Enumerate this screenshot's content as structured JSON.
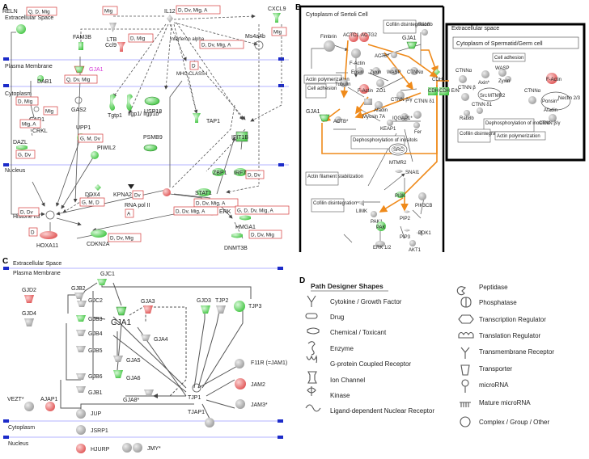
{
  "panel_a": {
    "label": "A",
    "compartments": {
      "extracellular": "Extracellular Space",
      "membrane": "Plasma Membrane",
      "cytoplasm": "Cytoplasm",
      "nucleus": "Nucleus"
    },
    "nodes": {
      "reln": "RELN",
      "fam3b": "FAM3B",
      "gja1": "GJA1",
      "ltb": "LTB",
      "il12": "IL12",
      "cxcl9": "CXCL9",
      "ccl9": "Ccl9",
      "ifna": "Interferon alpha",
      "mhc": "MHC CLASS I",
      "ms4a4b": "Ms4a4b",
      "dab1": "DAB1",
      "gad1": "GAD1",
      "crkl": "CRKL",
      "gas2": "GAS2",
      "tgtp1": "Tgtp1",
      "iigp1": "Iigp1/ Iigp1b*",
      "usp18": "USP18",
      "tap1": "TAP1",
      "dazl": "DAZL",
      "upp1": "UPP1",
      "piwil2": "PIWIL2",
      "psmb9": "PSMB9",
      "ifit1b": "IFIT1B",
      "zbp1": "ZBP1",
      "irf7": "IRF7",
      "ddx4": "DDX4",
      "kpna2": "KPNA2",
      "rnapol": "RNA pol II",
      "stat1": "STAT1",
      "erk": "ERK",
      "hmga1": "HMGA1",
      "histone": "Histone h3",
      "hoxa11": "HOXA11",
      "cdkn2a": "CDKN2A",
      "dnmt3b": "DNMT3B"
    },
    "tags": {
      "mig_ltb": "Mig",
      "il12": "D, Dv, Mig, A",
      "cxcl9": "Mig",
      "reln": "Q, D, Mig",
      "ccl9": "D, Mig",
      "ifna": "D, Dv, Mig, A",
      "gja1": "Q, Dv, Mig",
      "mhc": "D",
      "dab1": "D, Mig",
      "gad1": "Mig",
      "crkl": "Mig, A",
      "dazl": "G, Dv",
      "piwil2": "G, M, Dv",
      "ddx4": "G, M, D",
      "kpna2": "Dv",
      "rnapol": "A",
      "irf7": "D, Dv",
      "stat1": "D, Dv, Mig, A",
      "erk": "D, Dv, Mig, A",
      "hmga1": "G, D, Dv, Mig, A",
      "histone": "D, Dv",
      "hoxa11": "D",
      "cdkn2a": "D, Dv, Mig",
      "dnmt3b": "D, Dv, Mig"
    }
  },
  "panel_b": {
    "label": "B",
    "headers": {
      "sertoli": "Cytoplasm of Sertoli Cell",
      "extracellular": "Extracellular space",
      "germ": "Cytoplasm of Spermatid/Germ cell",
      "adhesion": "Cell adhesion"
    },
    "boxes": {
      "cofilin_top": "Cofilin disintegration",
      "actin_poly": "Actin polymerization",
      "cell_adh": "Cell adhesion",
      "dephos": "Dephosphorylation of inositols",
      "actin_fil": "Actin filament stabilization",
      "cofilin_bottom": "Cofilin disintegration",
      "germ_dephos": "Dephosphorylation of inositols",
      "germ_cofilin": "Cofilin disintegration",
      "germ_actin": "Actin polymerization"
    },
    "nodes": {
      "rab8b": "Rab8b",
      "fimbrin": "Fimbrin",
      "actc1": "ACTC1",
      "actg2": "ACTG2",
      "gja1": "GJA1",
      "factin1": "F-Actin",
      "actb1": "ACTB*",
      "epsin": "Epsin",
      "zyxin": "Zyxin",
      "wasp": "WASP",
      "ctnna": "CTNNα",
      "tubulin": "Tubulin",
      "factin2": "F-Actin",
      "zo1": "ZO1",
      "cdh1": "CDH1",
      "gja1_left": "GJA1",
      "actb2": "ACTB*",
      "myosin": "Myosin 7A",
      "ctnnb": "CTNN β/γ",
      "iqgap1": "IQGAP1*",
      "cdh2": "CDH E/N",
      "cdh3": "CDH E/N",
      "ctnnd1": "CTNN δ1",
      "afadin": "Afadin",
      "keap1": "KEAP1",
      "fer": "Fer",
      "src": "SRC",
      "mtmr2": "MTMR2",
      "snai1": "SNAI1",
      "pi3k": "PI3K",
      "pik3cb": "PIK3CB",
      "limk": "LIMK",
      "pak1": "PAK1",
      "pak": "PAK",
      "pip2": "PIP2",
      "pip3": "PIP3",
      "pdk1": "PDK1",
      "erk12": "ERK 1/2",
      "akt1": "AKT1",
      "g_ctnna": "CTNNα",
      "g_axin": "Axin*",
      "g_wasp": "WASP",
      "g_zyxin": "Zyxin",
      "g_factin": "F-Actin",
      "g_src": "Src",
      "g_mtmr2": "MTMR2",
      "g_ctnnb": "CTNN β",
      "g_rab8b": "Rab8b",
      "g_ctnnd1": "CTNN δ1",
      "g_ctnna2": "CTNNα",
      "g_ponsin": "Ponsin*",
      "g_nectin": "Nectin 2/3",
      "g_afadin": "Afadin",
      "g_ctnnbg": "CTNN β/γ"
    }
  },
  "panel_c": {
    "label": "C",
    "compartments": {
      "extracellular": "Extracellular Space",
      "membrane": "Plasma Membrane",
      "cytoplasm": "Cytoplasm",
      "nucleus": "Nucleus"
    },
    "nodes": {
      "gjc1": "GJC1",
      "gjd2": "GJD2",
      "gjb2": "GJB2",
      "gjc2": "GJC2",
      "gja3": "GJA3",
      "gjd3": "GJD3",
      "tjp2": "TJP2",
      "tjp3": "TJP3",
      "gjd4": "GJD4",
      "gjb3": "GJB3",
      "gja1": "GJA1",
      "gjb4": "GJB4",
      "gja4": "GJA4",
      "gjb5": "GJB5",
      "gja5": "GJA5",
      "f11r": "F11R (=JAM1)",
      "tjp1": "TJP1",
      "gjb6": "GJB6",
      "gja6": "GJA6",
      "jam2": "JAM2",
      "gjb1": "GJB1",
      "gja8": "GJA8*",
      "jam3": "JAM3*",
      "vezt": "VEZT*",
      "ajap1": "AJAP1",
      "tjap1": "TJAP1",
      "jup": "JUP",
      "jsrp1": "JSRP1",
      "hjurp": "HJURP",
      "jmy": "JMY*"
    }
  },
  "panel_d": {
    "label": "D",
    "title": "Path Designer Shapes",
    "left": [
      "Cytokine / Growth Factor",
      "Drug",
      "Chemical / Toxicant",
      "Enzyme",
      "G-protein Coupled Receptor",
      "Ion Channel",
      "Kinase",
      "Ligand-dependent Nuclear Receptor"
    ],
    "right": [
      "Peptidase",
      "Phosphatase",
      "Transcription Regulator",
      "Translation Regulator",
      "Transmembrane Receptor",
      "Transporter",
      "microRNA",
      "Mature microRNA",
      "Complex / Group / Other"
    ]
  },
  "colors": {
    "up": "#ef8e8e",
    "down": "#9be39b",
    "grey": "#bdbdbd",
    "tag": "#d63a3a",
    "arrow_orange": "#ef8a1a",
    "membrane": "#1c2bc9"
  }
}
